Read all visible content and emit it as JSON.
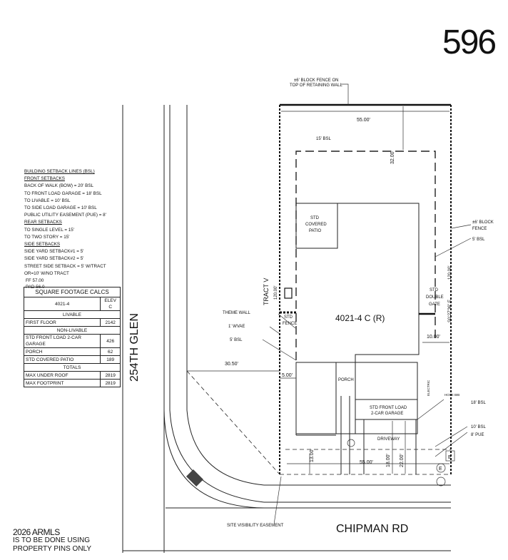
{
  "lot_number": "596",
  "street_west": "254TH GLEN",
  "street_south": "CHIPMAN RD",
  "setback_notes": {
    "title": "BUILDING SETBACK LINES (BSL)",
    "front_heading": "FRONT SETBACKS",
    "front": [
      "BACK OF WALK (BOW) = 20' BSL",
      "TO FRONT LOAD GARAGE = 18' BSL",
      "TO LIVABLE = 10' BSL",
      "TO SIDE LOAD GARAGE = 10' BSL",
      "PUBLIC UTILITY EASEMENT (PUE) = 8'"
    ],
    "rear_heading": "REAR SETBACKS",
    "rear": [
      "TO SINGLE LEVEL = 15'",
      "TO TWO STORY = 15'"
    ],
    "side_heading": "SIDE SETBACKS",
    "side": [
      "SIDE YARD SETBACK#1 = 5'",
      "SIDE YARD SETBACK#2 = 5'",
      "STREET SIDE SETBACK = 5' W/TRACT",
      "OR=10' W/NO TRACT"
    ],
    "ff": "FF 57.00",
    "pad": "PAD 56.0"
  },
  "sqft_table": {
    "caption": "SQUARE FOOTAGE CALCS",
    "plan": "4021-4",
    "elev": "ELEV C",
    "livable_heading": "LIVABLE",
    "livable": [
      {
        "label": "FIRST FLOOR",
        "value": "2142"
      }
    ],
    "nonlivable_heading": "NON-LIVABLE",
    "nonlivable": [
      {
        "label": "STD FRONT LOAD 2-CAR GARAGE",
        "value": "426"
      },
      {
        "label": "PORCH",
        "value": "62"
      },
      {
        "label": "STD COVERED PATIO",
        "value": "189"
      }
    ],
    "totals_heading": "TOTALS",
    "totals": [
      {
        "label": "MAX UNDER ROOF",
        "value": "2819"
      },
      {
        "label": "MAX FOOTPRINT",
        "value": "2819"
      }
    ]
  },
  "plan_labels": {
    "house": "4021-4 C (R)",
    "covered_patio_1": "STD",
    "covered_patio_2": "COVERED",
    "covered_patio_3": "PATIO",
    "porch": "PORCH",
    "garage_1": "STD FRONT LOAD",
    "garage_2": "2-CAR GARAGE",
    "driveway": "DRIVEWAY",
    "double_gate_1": "STD",
    "double_gate_2": "DOUBLE",
    "double_gate_3": "GATE",
    "std_fence_1": "STD",
    "std_fence_2": "FENCE",
    "tract": "TRACT V",
    "tract_dim": "120.00'",
    "theme_wall": "THEME WALL",
    "wvae": "1' WVAE",
    "bsl5_left": "5' BSL",
    "bsl5_right": "5' BSL",
    "bsl15": "15' BSL",
    "bsl18": "18' BSL",
    "bsl10": "10' BSL",
    "pue8": "8' PUE",
    "block_fence_top_1": "±6' BLOCK FENCE ON",
    "block_fence_top_2": "TOP OF RETAINING WALL",
    "block_fence_right_1": "±6' BLOCK",
    "block_fence_right_2": "FENCE",
    "bearing": "S0°27'36\" E",
    "bearing_dim": "120.00'",
    "sight": "SITE VISIBILITY EASEMENT",
    "electric": "ELECTRIC",
    "hose_bib": "HOSE BIB",
    "e_marker": "E"
  },
  "dimensions": {
    "top_width": "55.00'",
    "rear_depth": "32.00'",
    "front_30": "30.50'",
    "side_5": "5.00'",
    "side_10": "10.00'",
    "front_13": "13.00'",
    "bottom_width": "55.00'",
    "drive_18": "18.00'",
    "drive_22": "22.00'"
  },
  "pins_note": {
    "stamp": "2026 ARMLS",
    "line2": "IS TO BE DONE USING",
    "line3": "PROPERTY PINS ONLY"
  }
}
